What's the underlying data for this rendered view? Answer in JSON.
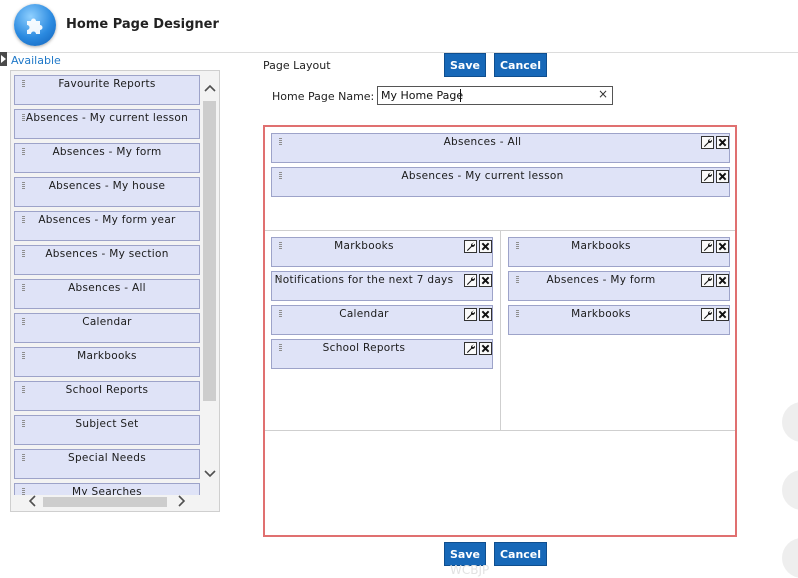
{
  "header": {
    "title": "Home Page Designer"
  },
  "available": {
    "label": "Available",
    "items": [
      "Favourite Reports",
      "Absences - My current lesson",
      "Absences - My form",
      "Absences - My house",
      "Absences - My form year",
      "Absences - My section",
      "Absences - All",
      "Calendar",
      "Markbooks",
      "School Reports",
      "Subject Set",
      "Special Needs",
      "My Searches"
    ]
  },
  "layout": {
    "label": "Page Layout",
    "save_label": "Save",
    "cancel_label": "Cancel",
    "name_label": "Home Page Name:",
    "name_value": "My Home Page",
    "clear_glyph": "×",
    "zones": {
      "top": [
        "Absences - All",
        "Absences - My current lesson"
      ],
      "left": [
        "Markbooks",
        "Notifications for the next 7 days",
        "Calendar",
        "School Reports"
      ],
      "right": [
        "Markbooks",
        "Absences - My form",
        "Markbooks"
      ]
    }
  },
  "footer": {
    "save_label": "Save",
    "cancel_label": "Cancel",
    "watermark": "WCBJP"
  },
  "icons": [
    "puzzle-logo-icon",
    "grip-icon",
    "wrench-icon",
    "close-icon",
    "chevron-up-icon",
    "chevron-down-icon",
    "chevron-left-icon",
    "chevron-right-icon"
  ],
  "colors": {
    "button": "#1768b8",
    "widget_fill": "#dfe3f7",
    "widget_border": "#9da3c9",
    "layout_border": "#e07070",
    "link": "#1f78c8"
  }
}
